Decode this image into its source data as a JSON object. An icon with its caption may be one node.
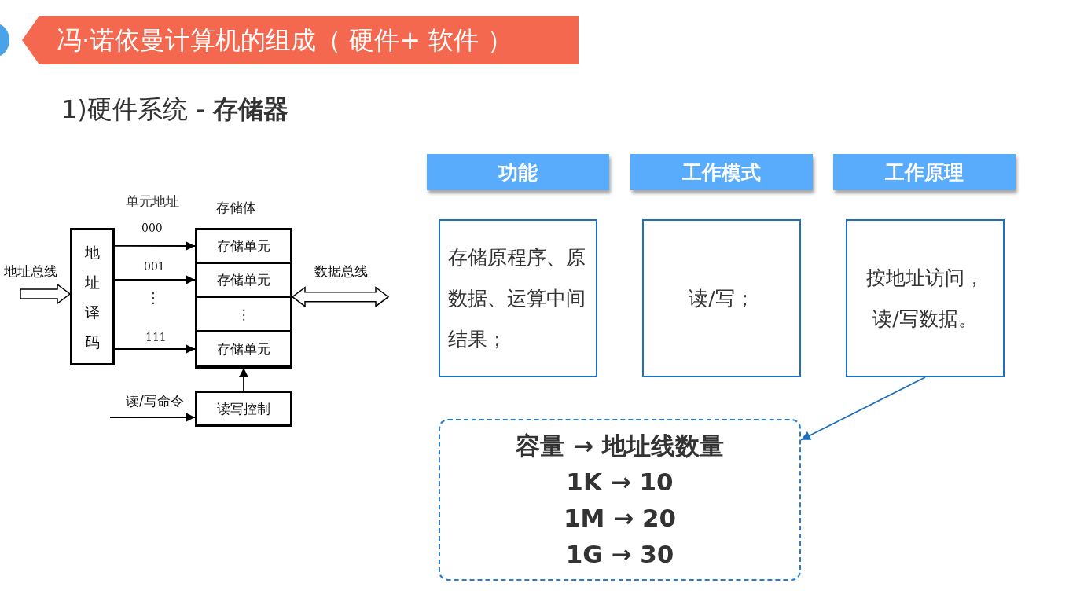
{
  "diagram": {
    "title": "冯·诺依曼计算机的组成（ 硬件+ 软件 ）",
    "nodes": [
      {
        "text": [
          "地址译码"
        ]
      },
      {
        "text": [
          "存储体"
        ]
      },
      {
        "text": [
          "存储单元"
        ],
        "in": 1
      },
      {
        "text": [
          "存储单元"
        ],
        "in": 1
      },
      {
        "text": [
          "⋮"
        ],
        "in": 1
      },
      {
        "text": [
          "存储单元"
        ],
        "in": 1
      },
      {
        "text": [
          "读写控制"
        ]
      },
      {
        "text": [
          "功能"
        ]
      },
      {
        "text": [
          "工作模式"
        ]
      },
      {
        "text": [
          "工作原理"
        ]
      },
      {
        "text": [
          "存储原程序、原数据、运算中间结果；"
        ]
      },
      {
        "text": [
          "读/写；"
        ]
      },
      {
        "text": [
          "按地址访问，读/写数据。"
        ]
      },
      {
        "text": [
          "容量 → 地址线数量",
          "1K → 10",
          "1M → 20",
          "1G → 30"
        ]
      }
    ],
    "edges": [
      {
        "from": 0,
        "to": 2,
        "arrow": "to",
        "label": "000"
      },
      {
        "from": 0,
        "to": 3,
        "arrow": "to",
        "label": "001"
      },
      {
        "from": 0,
        "to": 5,
        "arrow": "to",
        "label": "111"
      },
      {
        "from": null,
        "to": 0,
        "arrow": "to",
        "label": "地址总线"
      },
      {
        "from": 1,
        "to": null,
        "arrow": "both",
        "label": "数据总线"
      },
      {
        "from": null,
        "to": 6,
        "arrow": "to",
        "label": "读/写命令"
      },
      {
        "from": 6,
        "to": 5,
        "arrow": "to"
      },
      {
        "from": 12,
        "to": 13,
        "arrow": "to",
        "color": "#1f6fbf"
      }
    ],
    "labels": [
      "1)硬件系统 - **存储器**",
      "单元地址",
      "⋮"
    ]
  }
}
